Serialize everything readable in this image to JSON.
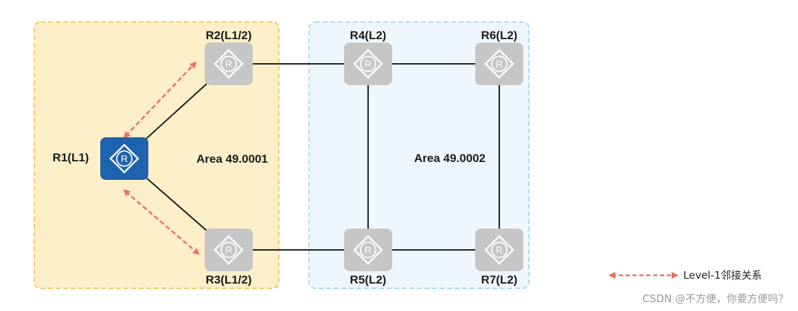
{
  "areas": [
    {
      "id": "area1",
      "label": "Area 49.0001",
      "fill": "#fdefc8",
      "stroke": "#f2b54a"
    },
    {
      "id": "area2",
      "label": "Area 49.0002",
      "fill": "#eef7fd",
      "stroke": "#8fd1ef"
    }
  ],
  "routers": [
    {
      "id": "R1",
      "label": "R1(L1)",
      "color": "#1e63ad"
    },
    {
      "id": "R2",
      "label": "R2(L1/2)",
      "color": "#c6c6c6"
    },
    {
      "id": "R3",
      "label": "R3(L1/2)",
      "color": "#c6c6c6"
    },
    {
      "id": "R4",
      "label": "R4(L2)",
      "color": "#c6c6c6"
    },
    {
      "id": "R5",
      "label": "R5(L2)",
      "color": "#c6c6c6"
    },
    {
      "id": "R6",
      "label": "R6(L2)",
      "color": "#c6c6c6"
    },
    {
      "id": "R7",
      "label": "R7(L2)",
      "color": "#c6c6c6"
    }
  ],
  "router_icon_letter": "R",
  "links": [
    {
      "from": "R1",
      "to": "R2"
    },
    {
      "from": "R1",
      "to": "R3"
    },
    {
      "from": "R2",
      "to": "R4"
    },
    {
      "from": "R3",
      "to": "R5"
    },
    {
      "from": "R4",
      "to": "R6"
    },
    {
      "from": "R4",
      "to": "R5"
    },
    {
      "from": "R6",
      "to": "R7"
    },
    {
      "from": "R5",
      "to": "R7"
    }
  ],
  "adjacencies": [
    {
      "from": "R1",
      "to": "R2",
      "type": "Level-1"
    },
    {
      "from": "R1",
      "to": "R3",
      "type": "Level-1"
    }
  ],
  "legend": {
    "label": "Level-1邻接关系",
    "color": "#e8705e"
  },
  "watermark": "CSDN @不方便，你要方便吗？",
  "colors": {
    "link": "#1a1a1a",
    "adjacency": "#e8705e",
    "icon_symbol": "#ffffff"
  }
}
